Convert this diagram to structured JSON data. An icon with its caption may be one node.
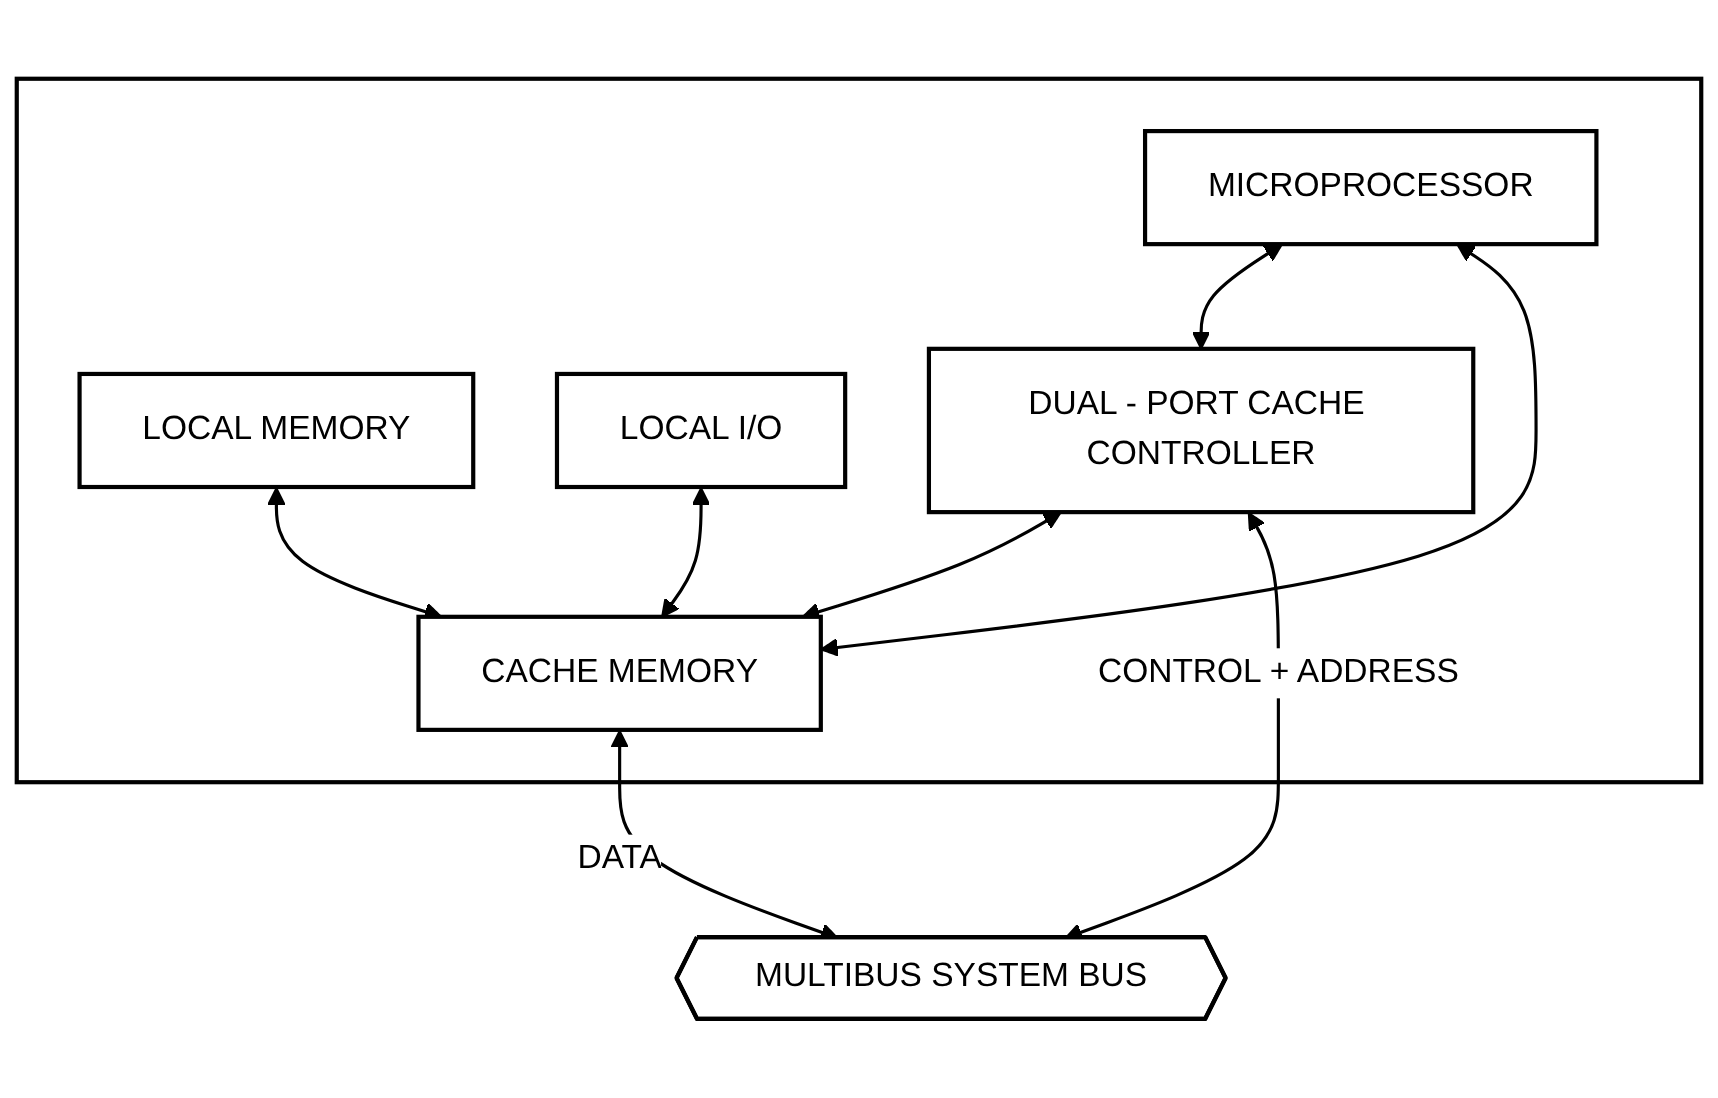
{
  "diagram": {
    "nodes": [
      {
        "text": [],
        "shape": "box"
      },
      {
        "text": [
          "MICROPROCESSOR"
        ],
        "in": 0
      },
      {
        "text": [
          "LOCAL MEMORY"
        ],
        "in": 0
      },
      {
        "text": [
          "LOCAL I/O"
        ],
        "in": 0
      },
      {
        "text": [
          "DUAL - PORT CACHE CONTROLLER"
        ],
        "in": 0
      },
      {
        "text": [
          "CACHE MEMORY"
        ],
        "in": 0
      },
      {
        "text": [
          "MULTIBUS SYSTEM BUS"
        ]
      }
    ],
    "edges": [
      {
        "from": 1,
        "to": 4,
        "arrow": "both"
      },
      {
        "from": 1,
        "to": 5,
        "arrow": "both"
      },
      {
        "from": 2,
        "to": 5,
        "arrow": "both"
      },
      {
        "from": 3,
        "to": 5,
        "arrow": "both"
      },
      {
        "from": 4,
        "to": 5,
        "arrow": "both"
      },
      {
        "from": 4,
        "to": 6,
        "arrow": "both",
        "label": "CONTROL + ADDRESS"
      },
      {
        "from": 5,
        "to": 6,
        "arrow": "both",
        "label": "DATA"
      }
    ]
  }
}
